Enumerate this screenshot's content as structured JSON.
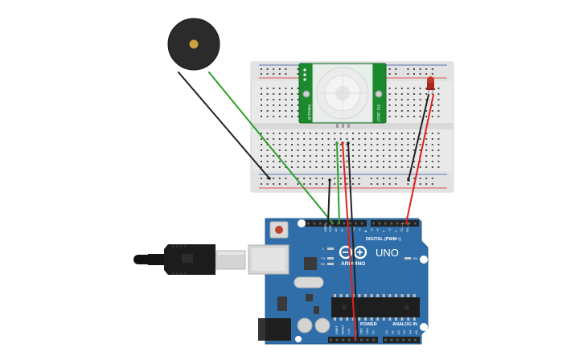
{
  "colors": {
    "breadboard": "#e8e8e8",
    "breadboard_edge": "#cfcfcf",
    "rail_red": "#d62828",
    "rail_blue": "#2b4fa3",
    "arduino": "#2e6ea7",
    "arduino_dark": "#1f4f7d",
    "pir_board": "#1b8a2e",
    "wire_green": "#2ca02c",
    "wire_red": "#e02020",
    "wire_black": "#222222",
    "buzzer": "#2a2a2a",
    "buzzer_center": "#c8a040",
    "led": "#c0392b"
  },
  "arduino": {
    "logo_text": "ARDUINO",
    "model_text": "UNO",
    "digital_label": "DIGITAL (PWM~)",
    "power_label": "POWER",
    "analog_label": "ANALOG IN",
    "aref_label": "AREF",
    "gnd_label": "GND",
    "on_label": "ON",
    "tx_label": "TX",
    "rx_label": "RX",
    "l_label": "L",
    "power_pins": [
      "IOREF",
      "RESET",
      "3.3V",
      "5V",
      "GND",
      "GND",
      "Vin"
    ],
    "analog_pins": [
      "A0",
      "A1",
      "A2",
      "A3",
      "A4",
      "A5"
    ],
    "digital_pins": [
      "13",
      "12",
      "~11",
      "~10",
      "~9",
      "8",
      "7",
      "~6",
      "~5",
      "4",
      "~3",
      "2",
      "TX→1",
      "RX←0"
    ]
  },
  "pir": {
    "left_text": "PARALLAX",
    "right_text": "555-28027"
  }
}
